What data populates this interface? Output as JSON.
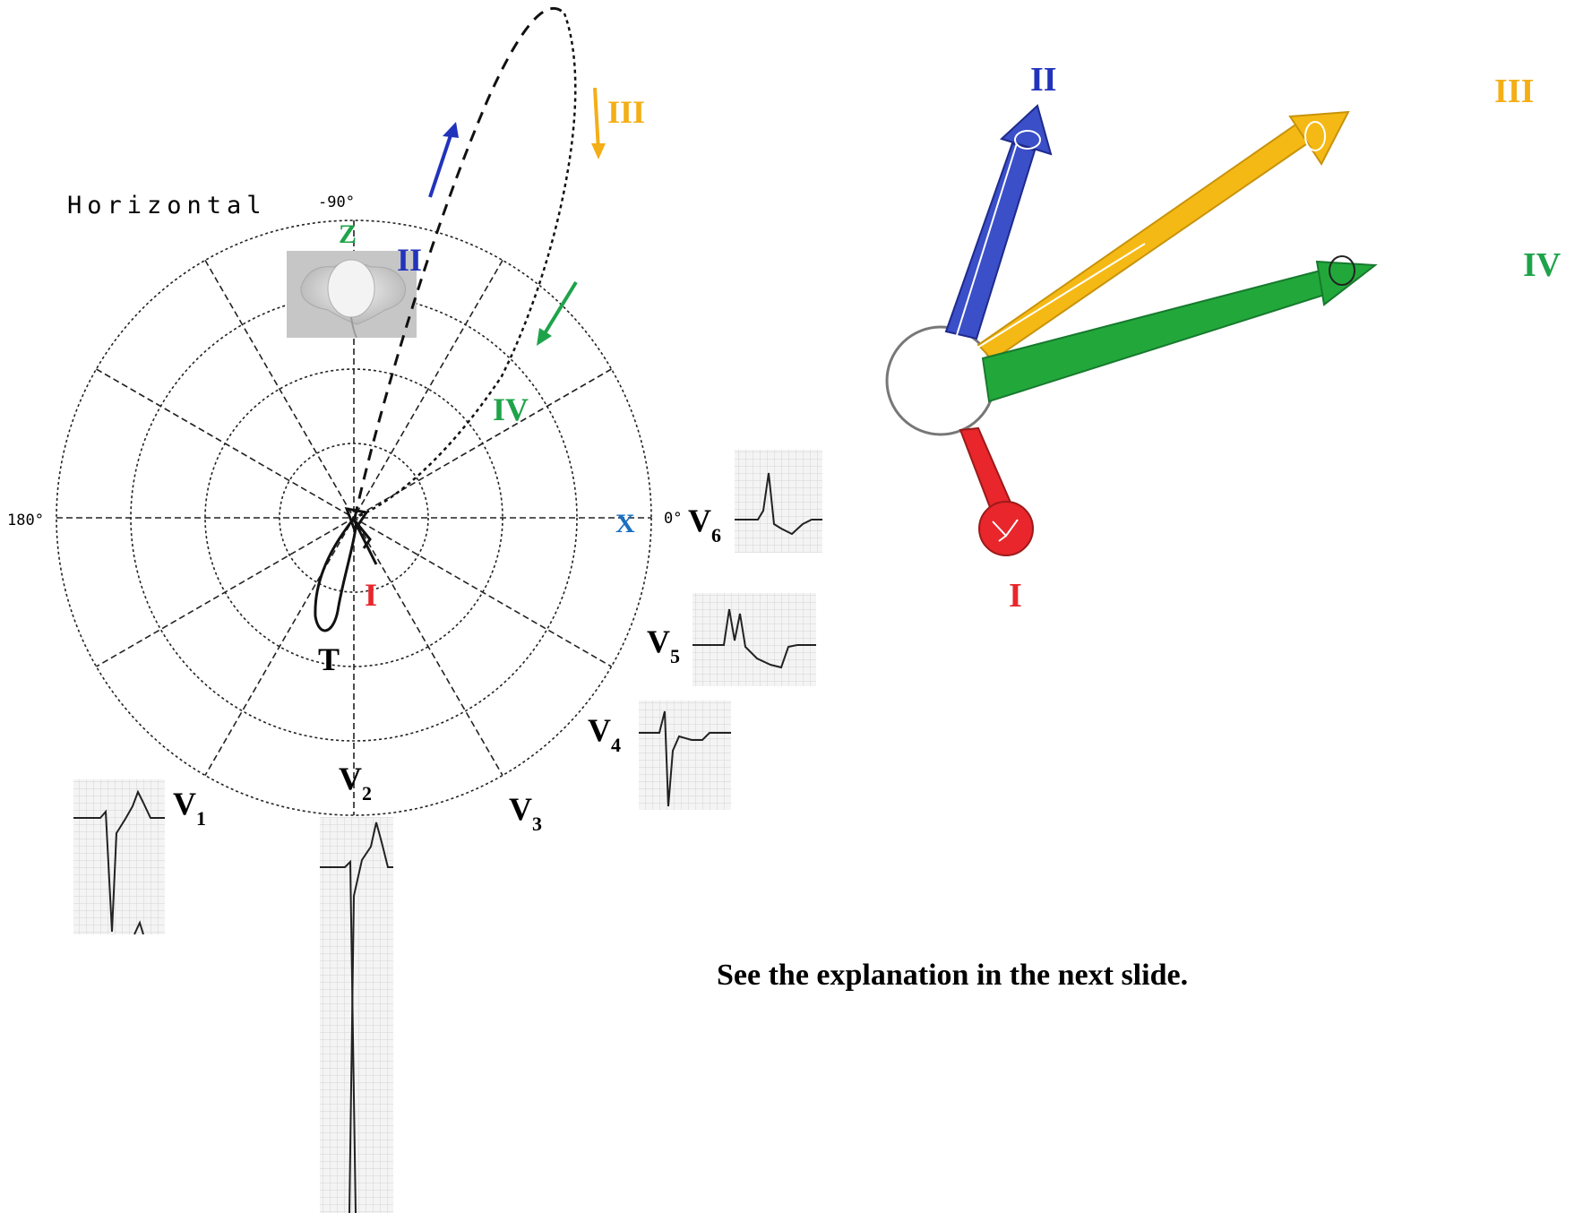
{
  "chart_title": "Horizontal",
  "angles": {
    "top": "-90°",
    "left": "180°",
    "right": "0°"
  },
  "axes": {
    "z": "Z",
    "x": "X"
  },
  "loop_labels": {
    "I": "I",
    "II": "II",
    "III": "III",
    "IV": "IV",
    "T": "T"
  },
  "leads": [
    {
      "id": "v1",
      "letter": "V",
      "sub": "1"
    },
    {
      "id": "v2",
      "letter": "V",
      "sub": "2"
    },
    {
      "id": "v3",
      "letter": "V",
      "sub": "3"
    },
    {
      "id": "v4",
      "letter": "V",
      "sub": "4"
    },
    {
      "id": "v5",
      "letter": "V",
      "sub": "5"
    },
    {
      "id": "v6",
      "letter": "V",
      "sub": "6"
    }
  ],
  "vectors": [
    {
      "id": "I",
      "label": "I",
      "color": "#e8262b"
    },
    {
      "id": "II",
      "label": "II",
      "color": "#3a4fc8"
    },
    {
      "id": "III",
      "label": "III",
      "color": "#f5b915"
    },
    {
      "id": "IV",
      "label": "IV",
      "color": "#22a83a"
    }
  ],
  "caption": "See the explanation in the next slide.",
  "colors": {
    "red": "#e8262b",
    "blue": "#2233bb",
    "orange": "#f4ae16",
    "green": "#1fa34a",
    "x_axis_blue": "#1a6fc0"
  }
}
